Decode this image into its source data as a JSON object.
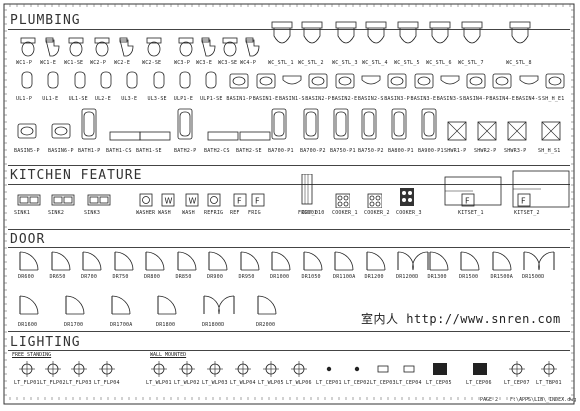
{
  "sections": {
    "plumbing": "PLUMBING",
    "kitchen": "KITCHEN FEATURE",
    "door": "DOOR",
    "lighting": "LIGHTING"
  },
  "lighting_sub": {
    "free": "FREE STANDING",
    "wall": "WALL MOUNTED"
  },
  "brand": "室内人 http://www.snren.com",
  "footer": {
    "page": "PAGE 2",
    "path": "F:\\APPS\\LIB\\_INDEX.dwg"
  },
  "plumbing_row1": [
    "WC1-P",
    "WC1-E",
    "WC1-SE",
    "WC2-P",
    "WC2-E",
    "WC2-SE",
    "WC3-P",
    "WC3-E",
    "WC3-SE",
    "WC4-P",
    "WC_STL_1",
    "WC_STL_2",
    "WC_STL_3",
    "WC_STL_4",
    "WC_STL_5",
    "WC_STL_6",
    "WC_STL_7",
    "WC_STL_8"
  ],
  "plumbing_row2": [
    "UL1-P",
    "UL1-E",
    "UL1-SE",
    "UL2-E",
    "UL3-E",
    "UL3-SE",
    "ULP1-E",
    "ULP1-SE",
    "BASIN1-P",
    "BASIN1-E",
    "BASIN1-S",
    "BASIN2-P",
    "BASIN2-E",
    "BASIN2-S",
    "BASIN3-P",
    "BASIN3-E",
    "BASIN3-S",
    "BASIN4-P",
    "BASIN4-E",
    "BASIN4-S",
    "SH_H_E1"
  ],
  "plumbing_row3": [
    "BASIN5-P",
    "BASIN6-P",
    "BATH1-P",
    "BATH1-CS",
    "BATH1-SE",
    "BATH2-P",
    "BATH2-CS",
    "BATH2-SE",
    "BA700-P1",
    "BA700-P2",
    "BA750-P1",
    "BA750-P2",
    "BA800-P1",
    "BA900-P1",
    "SHWR1-P",
    "SHWR2-P",
    "SHWR3-P",
    "SH_H_S1"
  ],
  "kitchen": [
    "SINK1",
    "SINK2",
    "SINK3",
    "WASHER",
    "WASH",
    "WASH",
    "REFRIG",
    "REF",
    "FRIG",
    "FRIG01",
    "DRY_010",
    "COOKER_1",
    "COOKER_2",
    "COOKER_3",
    "KITSET_1",
    "KITSET_2"
  ],
  "door_row1": [
    "DR600",
    "DR650",
    "DR700",
    "DR750",
    "DR800",
    "DR850",
    "DR900",
    "DR950",
    "DR1000",
    "DR1050",
    "DR1100A",
    "DR1200",
    "DR1200D",
    "DR1300",
    "DR1500",
    "DR1500A",
    "DR1500D"
  ],
  "door_row2": [
    "DR1600",
    "DR1700",
    "DR1700A",
    "DR1800",
    "DR1800D",
    "DR2000"
  ],
  "light_row": [
    "LT_FLP01",
    "LT_FLP02",
    "LT_FLP03",
    "LT_FLP04",
    "LT_WLP01",
    "LT_WLP02",
    "LT_WLP03",
    "LT_WLP04",
    "LT_WLP05",
    "LT_WLP06",
    "LT_CEP01",
    "LT_CEP02",
    "LT_CEP03",
    "LT_CEP04",
    "LT_CEP05",
    "LT_CEP06",
    "LT_CEP07",
    "LT_TBP01"
  ]
}
